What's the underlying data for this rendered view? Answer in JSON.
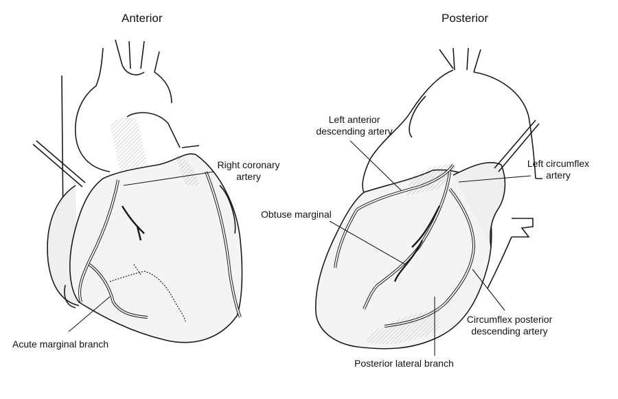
{
  "anterior": {
    "title": "Anterior",
    "labels": {
      "right_coronary_line1": "Right coronary",
      "right_coronary_line2": "artery",
      "acute_marginal": "Acute marginal branch"
    }
  },
  "posterior": {
    "title": "Posterior",
    "labels": {
      "lad_line1": "Left anterior",
      "lad_line2": "descending artery",
      "circumflex_line1": "Left circumflex",
      "circumflex_line2": "artery",
      "obtuse_marginal": "Obtuse marginal",
      "cpda_line1": "Circumflex posterior",
      "cpda_line2": "descending artery",
      "posterior_lateral": "Posterior lateral branch"
    }
  },
  "colors": {
    "line": "#1a1a1a",
    "heart_fill": "#efefef",
    "shade": "#9a9a9a",
    "background": "#ffffff"
  }
}
